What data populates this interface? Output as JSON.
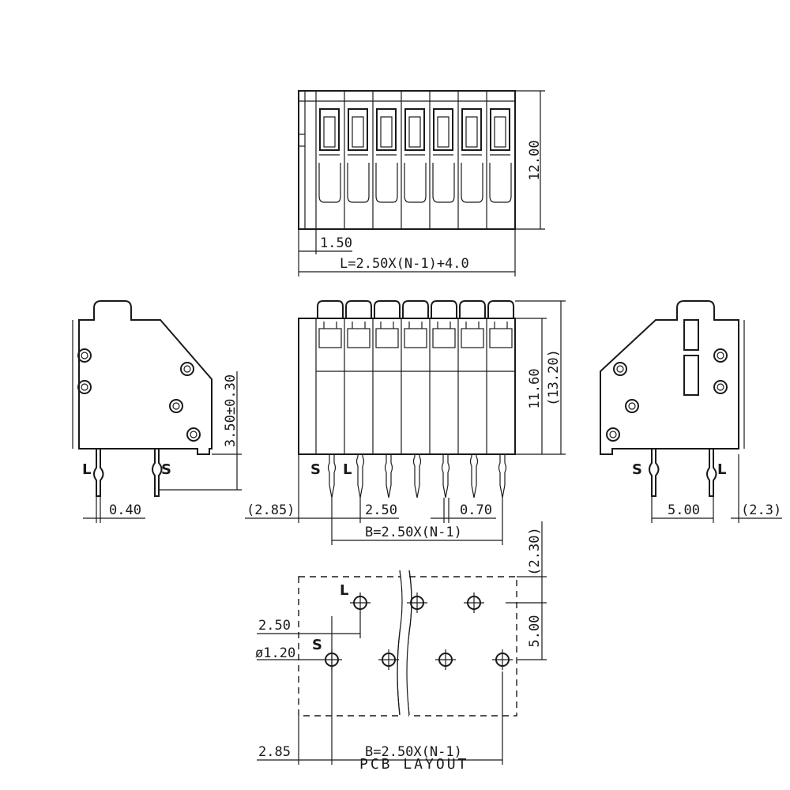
{
  "top_view": {
    "height_dim": "12.00",
    "offset_dim": "1.50",
    "length_formula": "L=2.50X(N-1)+4.0"
  },
  "left_side_view": {
    "label_L": "L",
    "label_S": "S",
    "height_dim": "3.50±0.30",
    "pin_width_dim": "0.40"
  },
  "front_view": {
    "label_S": "S",
    "label_L": "L",
    "height_dim": "11.60",
    "height_dim_total": "(13.20)",
    "edge_dim": "(2.85)",
    "pitch_dim": "2.50",
    "pin_dim": "0.70",
    "span_formula": "B=2.50X(N-1)"
  },
  "right_side_view": {
    "label_S": "S",
    "label_L": "L",
    "row_dim": "5.00",
    "edge_dim": "(2.3)"
  },
  "pcb_layout": {
    "caption": "PCB LAYOUT",
    "label_L": "L",
    "label_S": "S",
    "top_dim": "(2.30)",
    "row_spacing_dim": "5.00",
    "offset_dim": "2.50",
    "hole_dim": "ø1.20",
    "edge_dim": "2.85",
    "span_formula": "B=2.50X(N-1)"
  }
}
